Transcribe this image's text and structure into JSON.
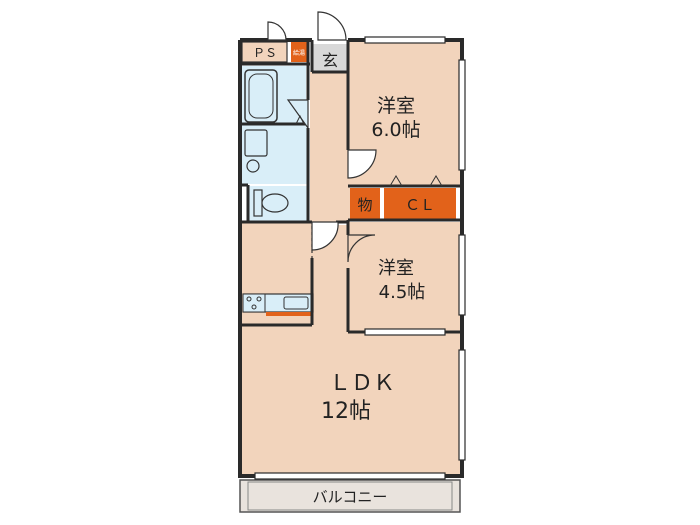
{
  "rooms": {
    "western_room_1": {
      "name": "洋室",
      "size": "6.0帖"
    },
    "western_room_2": {
      "name": "洋室",
      "size": "4.5帖"
    },
    "ldk": {
      "name": "ＬＤＫ",
      "size": "12帖"
    },
    "entrance": {
      "name": "玄"
    },
    "storage": {
      "name": "物"
    },
    "closet": {
      "name": "ＣＬ"
    },
    "pipe_space": {
      "name": "ＰＳ"
    },
    "water_heater": {
      "name": "給湯"
    },
    "balcony": {
      "name": "バルコニー"
    }
  },
  "colors": {
    "room_floor": "#f2d4bc",
    "wet_area": "#d9eef8",
    "storage_fill": "#e2621a",
    "wall": "#2a2a2a",
    "entrance_fill": "#d8d8d8",
    "balcony_fill": "#e9e3dd"
  }
}
